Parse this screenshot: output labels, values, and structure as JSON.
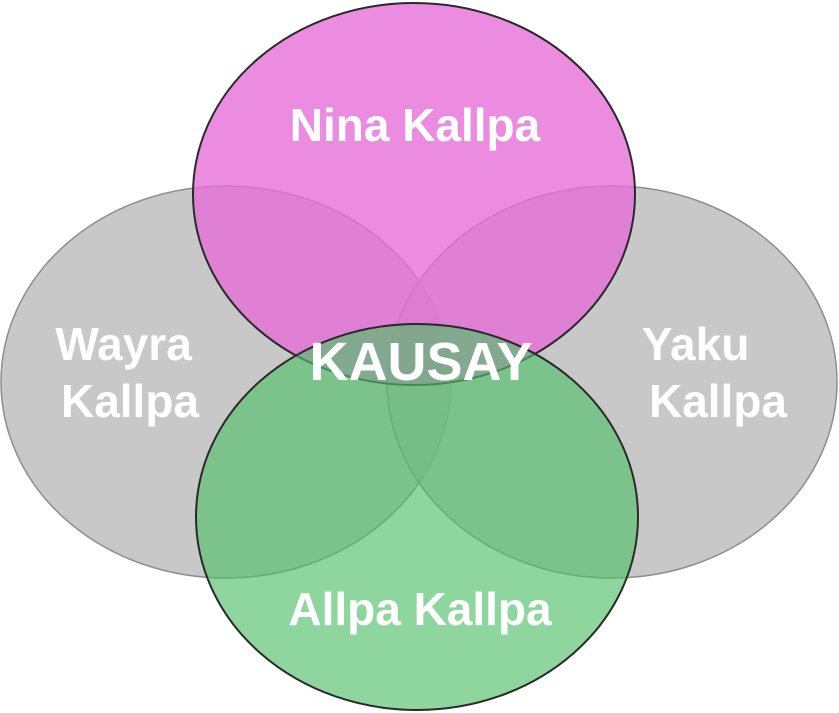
{
  "diagram": {
    "center_label": "KAUSAY",
    "circles": {
      "top": {
        "label_lines": [
          "Nina Kallpa"
        ],
        "fill": "#e66bd9"
      },
      "left": {
        "label_lines": [
          "Wayra",
          "Kallpa"
        ],
        "fill": "#b3b3b3"
      },
      "right": {
        "label_lines": [
          "Yaku",
          "Kallpa"
        ],
        "fill": "#b3b3b3"
      },
      "bottom": {
        "label_lines": [
          "Allpa Kallpa"
        ],
        "fill": "#52be6a"
      }
    },
    "outline_color": "#2a2a2a"
  }
}
